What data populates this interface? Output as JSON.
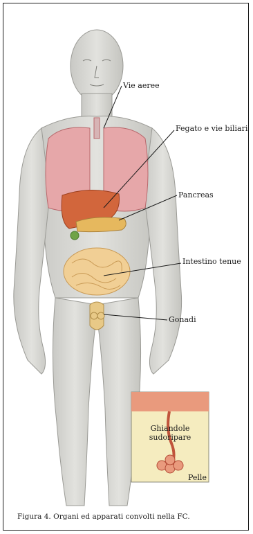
{
  "labels": {
    "airways": "Vie aeree",
    "liver_biliary": "Fegato e vie biliari",
    "pancreas": "Pancreas",
    "small_intestine": "Intestino tenue",
    "gonads": "Gonadi",
    "sweat_glands": "Ghiandole\nsudoripare",
    "skin": "Pelle"
  },
  "caption": "Figura 4. Organi ed apparati convolti nella FC.",
  "colors": {
    "skin": "#dcdcd8",
    "skin_shadow": "#b9b9b4",
    "lungs": "#e6a7a9",
    "liver": "#d2663c",
    "intestine": "#f1cf95",
    "gonads": "#e8c987",
    "inset_bg": "#f5ecbf",
    "inset_skin": "#e99a7d"
  }
}
